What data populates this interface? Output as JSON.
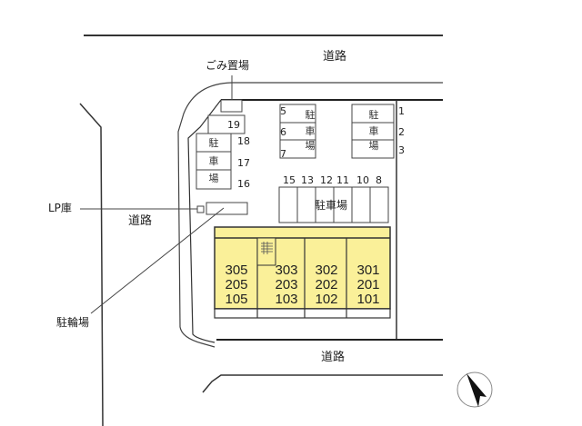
{
  "labels": {
    "road_top": "道路",
    "road_left": "道路",
    "road_bottom": "道路",
    "garbage": "ごみ置場",
    "lp_storage": "LP庫",
    "bicycle_parking": "駐輪場",
    "parking_center": "駐車場",
    "parking_vertical": [
      "駐",
      "車",
      "場"
    ]
  },
  "parking_numbers": {
    "left_group": [
      "19",
      "18",
      "17",
      "16"
    ],
    "center_group": [
      "5",
      "6",
      "7"
    ],
    "right_group": [
      "1",
      "2",
      "3"
    ],
    "bottom_row": [
      "15",
      "13",
      "12",
      "11",
      "10",
      "8"
    ]
  },
  "building": {
    "fill_color": "#faf099",
    "units": [
      {
        "column": "left",
        "rooms": [
          "305",
          "205",
          "105"
        ]
      },
      {
        "column": "center-left",
        "rooms": [
          "303",
          "203",
          "103"
        ]
      },
      {
        "column": "center-right",
        "rooms": [
          "302",
          "202",
          "102"
        ]
      },
      {
        "column": "right",
        "rooms": [
          "301",
          "201",
          "101"
        ]
      }
    ]
  },
  "compass": {
    "icon": "north-arrow-icon"
  }
}
